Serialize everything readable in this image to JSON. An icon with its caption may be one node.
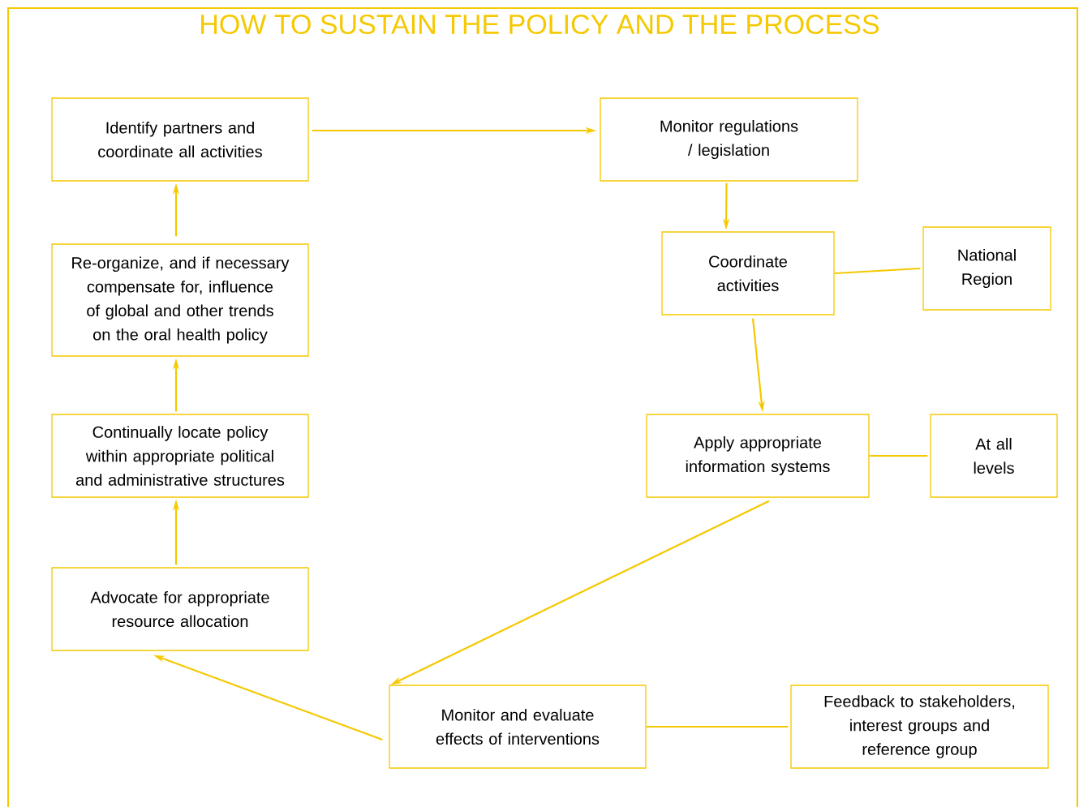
{
  "diagram": {
    "title": "HOW TO SUSTAIN THE POLICY AND THE PROCESS",
    "nodes": [
      {
        "text": [
          "Identify partners and coordinate all activities"
        ]
      },
      {
        "text": [
          "Monitor regulations / legislation"
        ]
      },
      {
        "text": [
          "Coordinate activities"
        ]
      },
      {
        "text": [
          "National Region"
        ]
      },
      {
        "text": [
          "Apply appropriate information systems"
        ]
      },
      {
        "text": [
          "At all levels"
        ]
      },
      {
        "text": [
          "Monitor and evaluate effects of interventions"
        ]
      },
      {
        "text": [
          "Feedback to stakeholders, interest groups and reference group"
        ]
      },
      {
        "text": [
          "Advocate for appropriate resource allocation"
        ]
      },
      {
        "text": [
          "Continually locate policy within appropriate political and administrative structures"
        ]
      },
      {
        "text": [
          "Re-organize, and if necessary compensate for, influence of global and other trends on the oral health policy"
        ]
      }
    ],
    "edges": [
      {
        "from": 0,
        "to": 1,
        "arrow": "to"
      },
      {
        "from": 1,
        "to": 2,
        "arrow": "to"
      },
      {
        "from": 2,
        "to": 3,
        "arrow": "none"
      },
      {
        "from": 2,
        "to": 4,
        "arrow": "to"
      },
      {
        "from": 4,
        "to": 5,
        "arrow": "none"
      },
      {
        "from": 4,
        "to": 6,
        "arrow": "to"
      },
      {
        "from": 6,
        "to": 7,
        "arrow": "none"
      },
      {
        "from": 6,
        "to": 8,
        "arrow": "to"
      },
      {
        "from": 8,
        "to": 9,
        "arrow": "to"
      },
      {
        "from": 9,
        "to": 10,
        "arrow": "to"
      },
      {
        "from": 10,
        "to": 0,
        "arrow": "to"
      }
    ]
  }
}
